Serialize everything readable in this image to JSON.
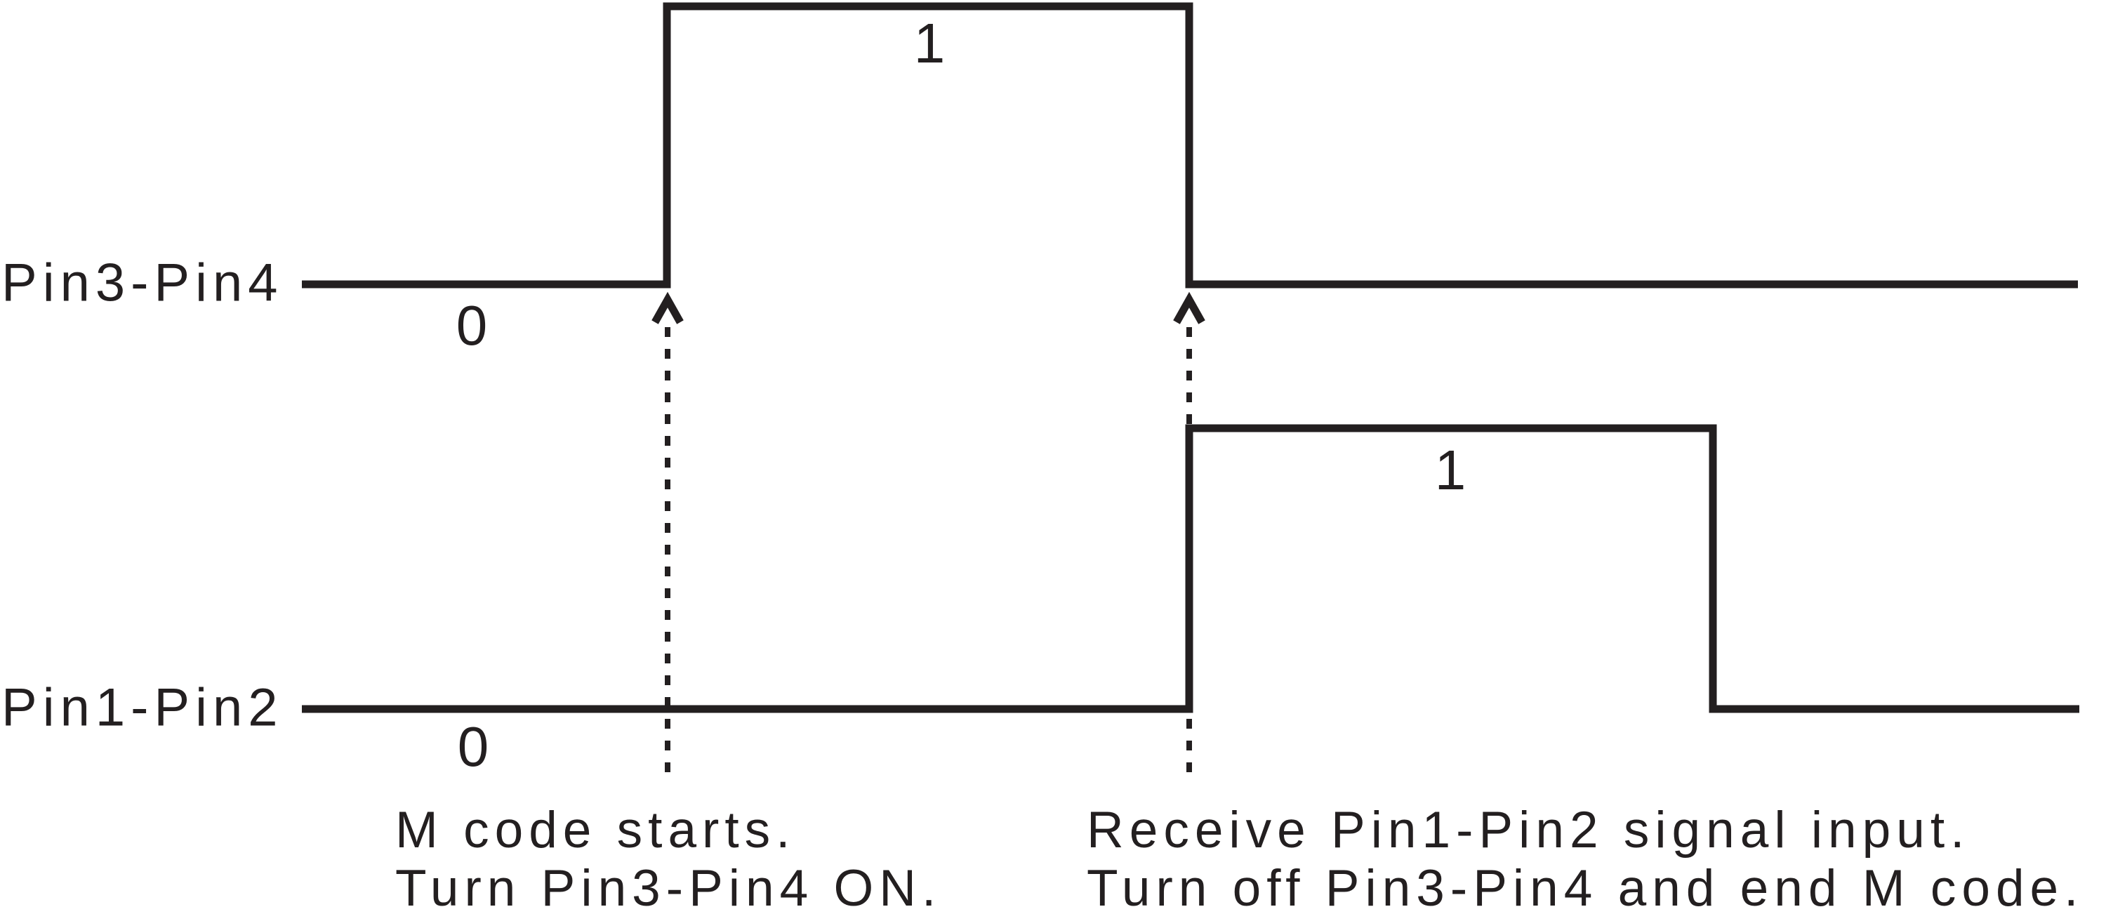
{
  "page": {
    "background": "#ffffff",
    "ink": "#231f20"
  },
  "diagram": {
    "type": "timing-diagram",
    "signals": [
      {
        "name": "Pin3-Pin4",
        "label": "Pin3-Pin4",
        "low_state_label": "0",
        "high_state_label": "1",
        "states": [
          "0",
          "1",
          "0"
        ]
      },
      {
        "name": "Pin1-Pin2",
        "label": "Pin1-Pin2",
        "low_state_label": "0",
        "high_state_label": "1",
        "states": [
          "0",
          "1",
          "0"
        ]
      }
    ],
    "events": [
      {
        "caption_line1": "M code starts.",
        "caption_line2": "Turn Pin3-Pin4 ON."
      },
      {
        "caption_line1": "Receive Pin1-Pin2 signal input.",
        "caption_line2": "Turn off Pin3-Pin4 and end M code."
      }
    ]
  }
}
